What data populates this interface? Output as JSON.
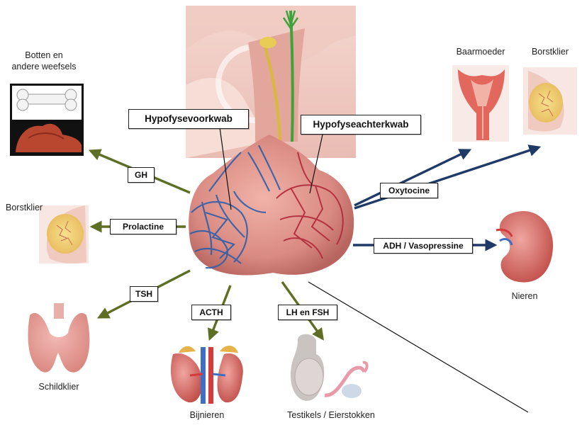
{
  "diagram": {
    "callouts": {
      "anterior": "Hypofysevoorkwab",
      "posterior": "Hypofyseachterkwab"
    },
    "hormones": {
      "gh": "GH",
      "prolactine": "Prolactine",
      "tsh": "TSH",
      "acth": "ACTH",
      "lh_fsh": "LH en FSH",
      "oxytocine": "Oxytocine",
      "adh": "ADH / Vasopressine"
    },
    "targets": {
      "bones_line1": "Botten en",
      "bones_line2": "andere weefsels",
      "breast_left": "Borstklier",
      "thyroid": "Schildklier",
      "adrenals": "Bijnieren",
      "gonads": "Testikels / Eierstokken",
      "uterus": "Baarmoeder",
      "breast_right": "Borstklier",
      "kidneys": "Nieren"
    },
    "colors": {
      "anterior_arrow": "#5e6f25",
      "posterior_arrow": "#1f3a66",
      "gland": "#d98a82",
      "vessels_blue": "#2f5fa8",
      "vessels_red": "#b0283a"
    }
  }
}
